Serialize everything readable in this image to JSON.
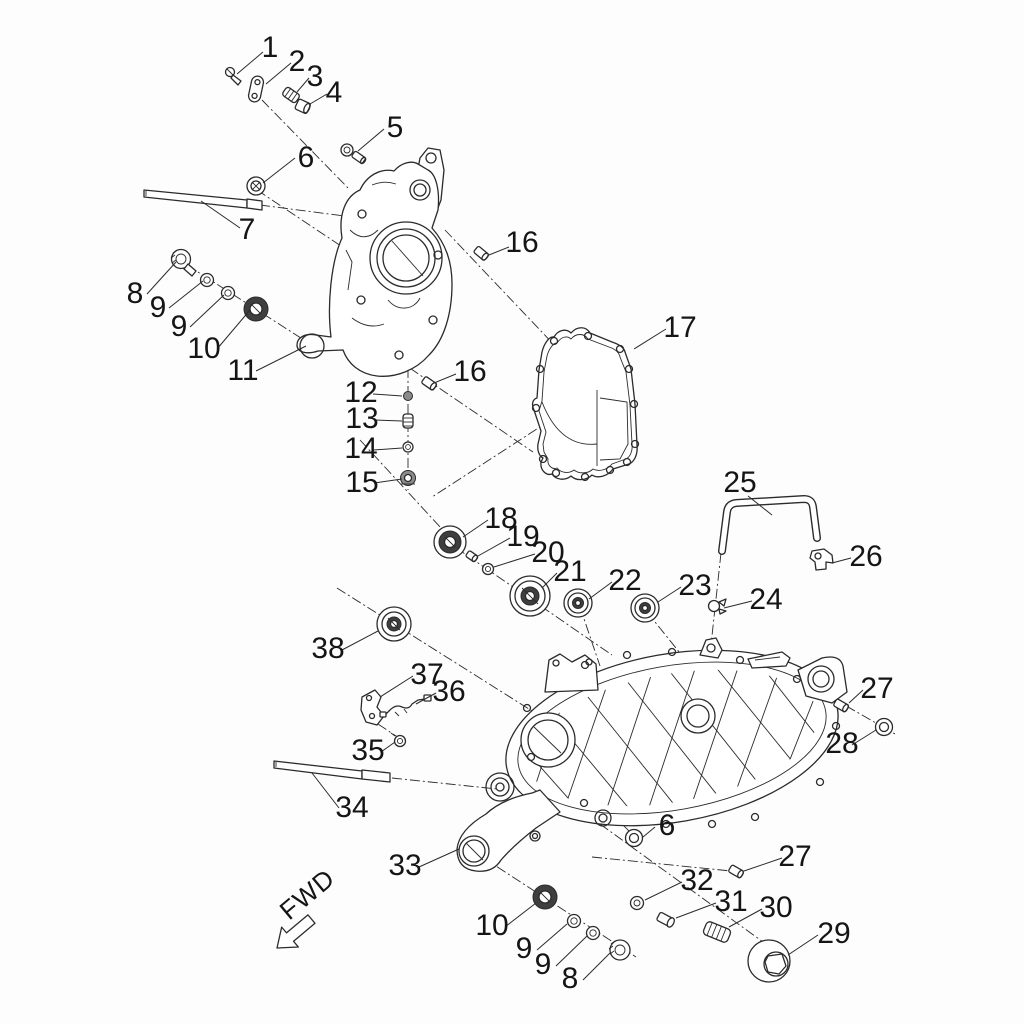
{
  "diagram": {
    "type": "exploded-parts-diagram",
    "subject": "engine crankcase assembly",
    "fwd_label": "FWD"
  },
  "colors": {
    "line": "#2b2b2b",
    "label_text": "#151515",
    "background": "#fdfdfd",
    "seal_dark": "#3f3f3f"
  },
  "labels": [
    {
      "text": "1"
    },
    {
      "text": "2"
    },
    {
      "text": "3"
    },
    {
      "text": "4"
    },
    {
      "text": "5"
    },
    {
      "text": "6"
    },
    {
      "text": "7"
    },
    {
      "text": "8"
    },
    {
      "text": "9"
    },
    {
      "text": "9"
    },
    {
      "text": "10"
    },
    {
      "text": "11"
    },
    {
      "text": "12"
    },
    {
      "text": "13"
    },
    {
      "text": "14"
    },
    {
      "text": "15"
    },
    {
      "text": "16"
    },
    {
      "text": "16"
    },
    {
      "text": "17"
    },
    {
      "text": "18"
    },
    {
      "text": "19"
    },
    {
      "text": "20"
    },
    {
      "text": "21"
    },
    {
      "text": "22"
    },
    {
      "text": "23"
    },
    {
      "text": "24"
    },
    {
      "text": "25"
    },
    {
      "text": "26"
    },
    {
      "text": "27"
    },
    {
      "text": "28"
    },
    {
      "text": "29"
    },
    {
      "text": "30"
    },
    {
      "text": "31"
    },
    {
      "text": "32"
    },
    {
      "text": "33"
    },
    {
      "text": "34"
    },
    {
      "text": "35"
    },
    {
      "text": "36"
    },
    {
      "text": "37"
    },
    {
      "text": "38"
    },
    {
      "text": "6"
    },
    {
      "text": "27"
    },
    {
      "text": "10"
    },
    {
      "text": "9"
    },
    {
      "text": "9"
    },
    {
      "text": "8"
    }
  ]
}
